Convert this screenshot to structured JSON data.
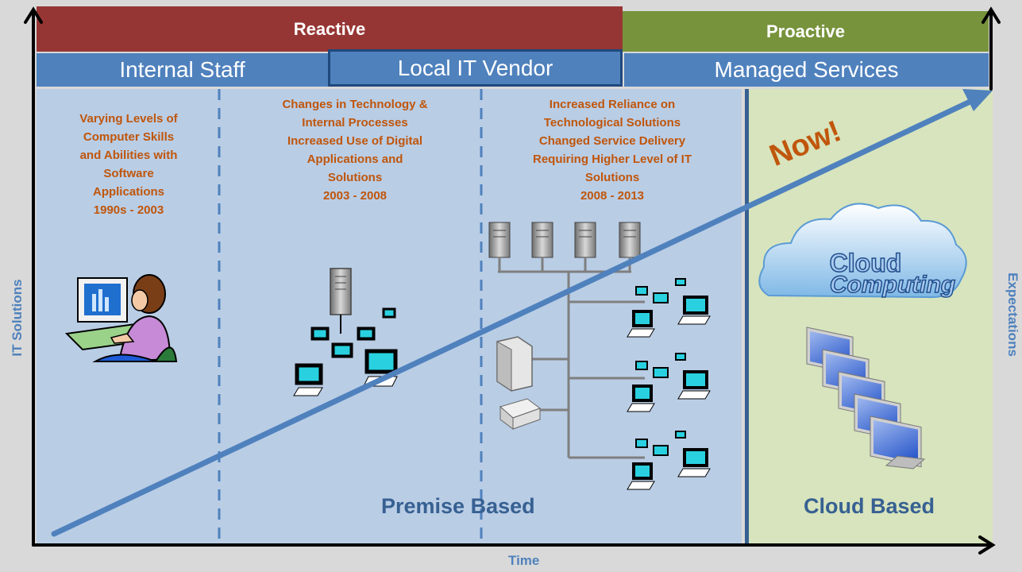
{
  "header": {
    "reactive": "Reactive",
    "proactive": "Proactive"
  },
  "providers": {
    "internal_staff": "Internal Staff",
    "local_vendor": "Local IT Vendor",
    "managed_services": "Managed Services"
  },
  "eras": [
    {
      "text": "Varying  Levels of\nComputer Skills\nand Abilities with\nSoftware\nApplications\n1990s - 2003"
    },
    {
      "text": "Changes in Technology &\nInternal  Processes\nIncreased Use of Digital\nApplications and\nSolutions\n2003 - 2008"
    },
    {
      "text": "Increased Reliance on\nTechnological Solutions\nChanged Service Delivery\nRequiring Higher Level of IT\nSolutions\n2008 - 2013"
    }
  ],
  "callout": "Now!",
  "footer": {
    "premise": "Premise Based",
    "cloud": "Cloud Based"
  },
  "cloud_logo": [
    "Cloud",
    "Computing"
  ],
  "axes": {
    "x": "Time",
    "y_left": "IT Solutions",
    "y_right": "Expectations"
  },
  "colors": {
    "reactive": "#963634",
    "proactive": "#77933c",
    "providers": "#4f81bd",
    "premise_bg": "#b9cde5",
    "cloud_bg": "#d7e4bd",
    "era_text": "#c0560c",
    "arrow": "#4f81bd"
  },
  "icons": [
    "woman-at-computer-icon",
    "server-icon",
    "workstation-icon",
    "tower-server-icon",
    "printer-icon",
    "cloud-icon",
    "monitor-stack-icon"
  ]
}
